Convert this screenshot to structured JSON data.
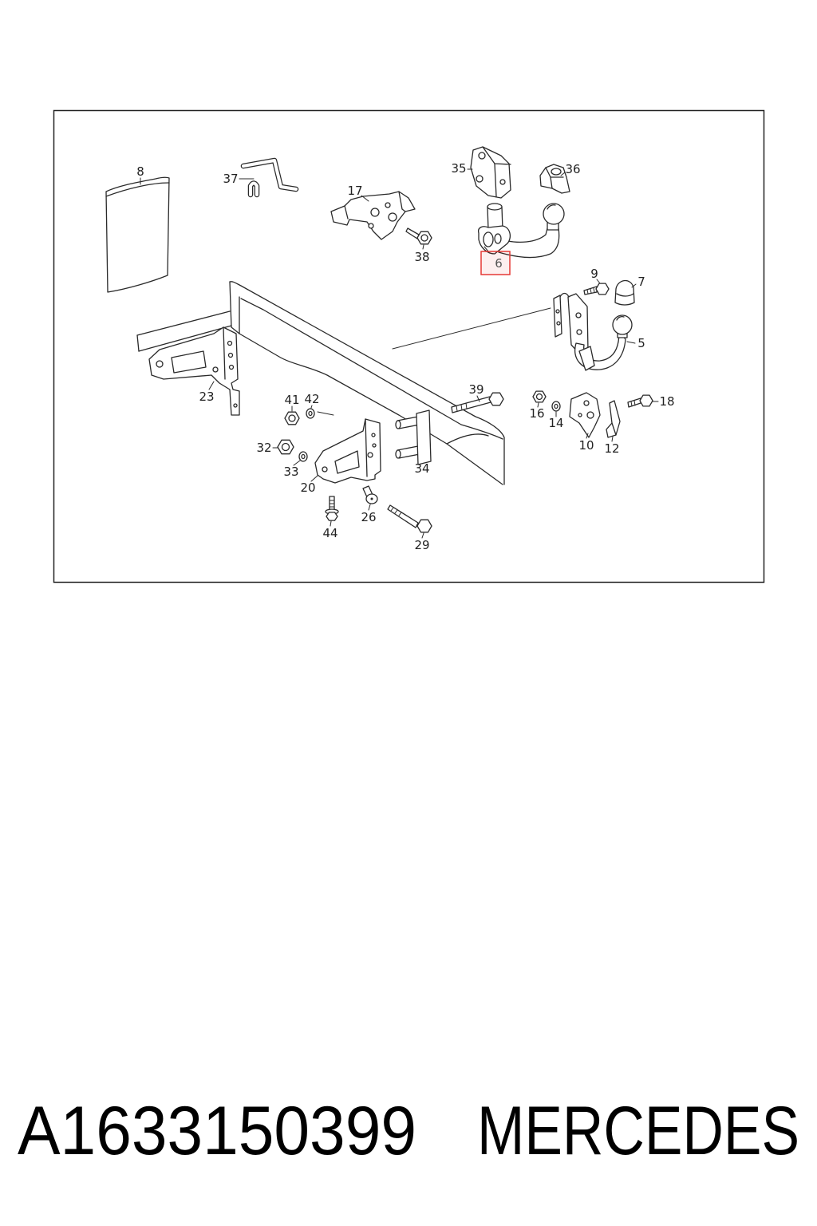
{
  "diagram": {
    "callouts": [
      "8",
      "37",
      "17",
      "35",
      "36",
      "38",
      "9",
      "7",
      "5",
      "23",
      "41",
      "42",
      "39",
      "16",
      "14",
      "18",
      "10",
      "12",
      "32",
      "33",
      "20",
      "34",
      "44",
      "26",
      "29"
    ],
    "highlighted_callout": "6",
    "highlight_color": "#e53935"
  },
  "caption": {
    "part_number": "A1633150399",
    "brand": "MERCEDES"
  }
}
